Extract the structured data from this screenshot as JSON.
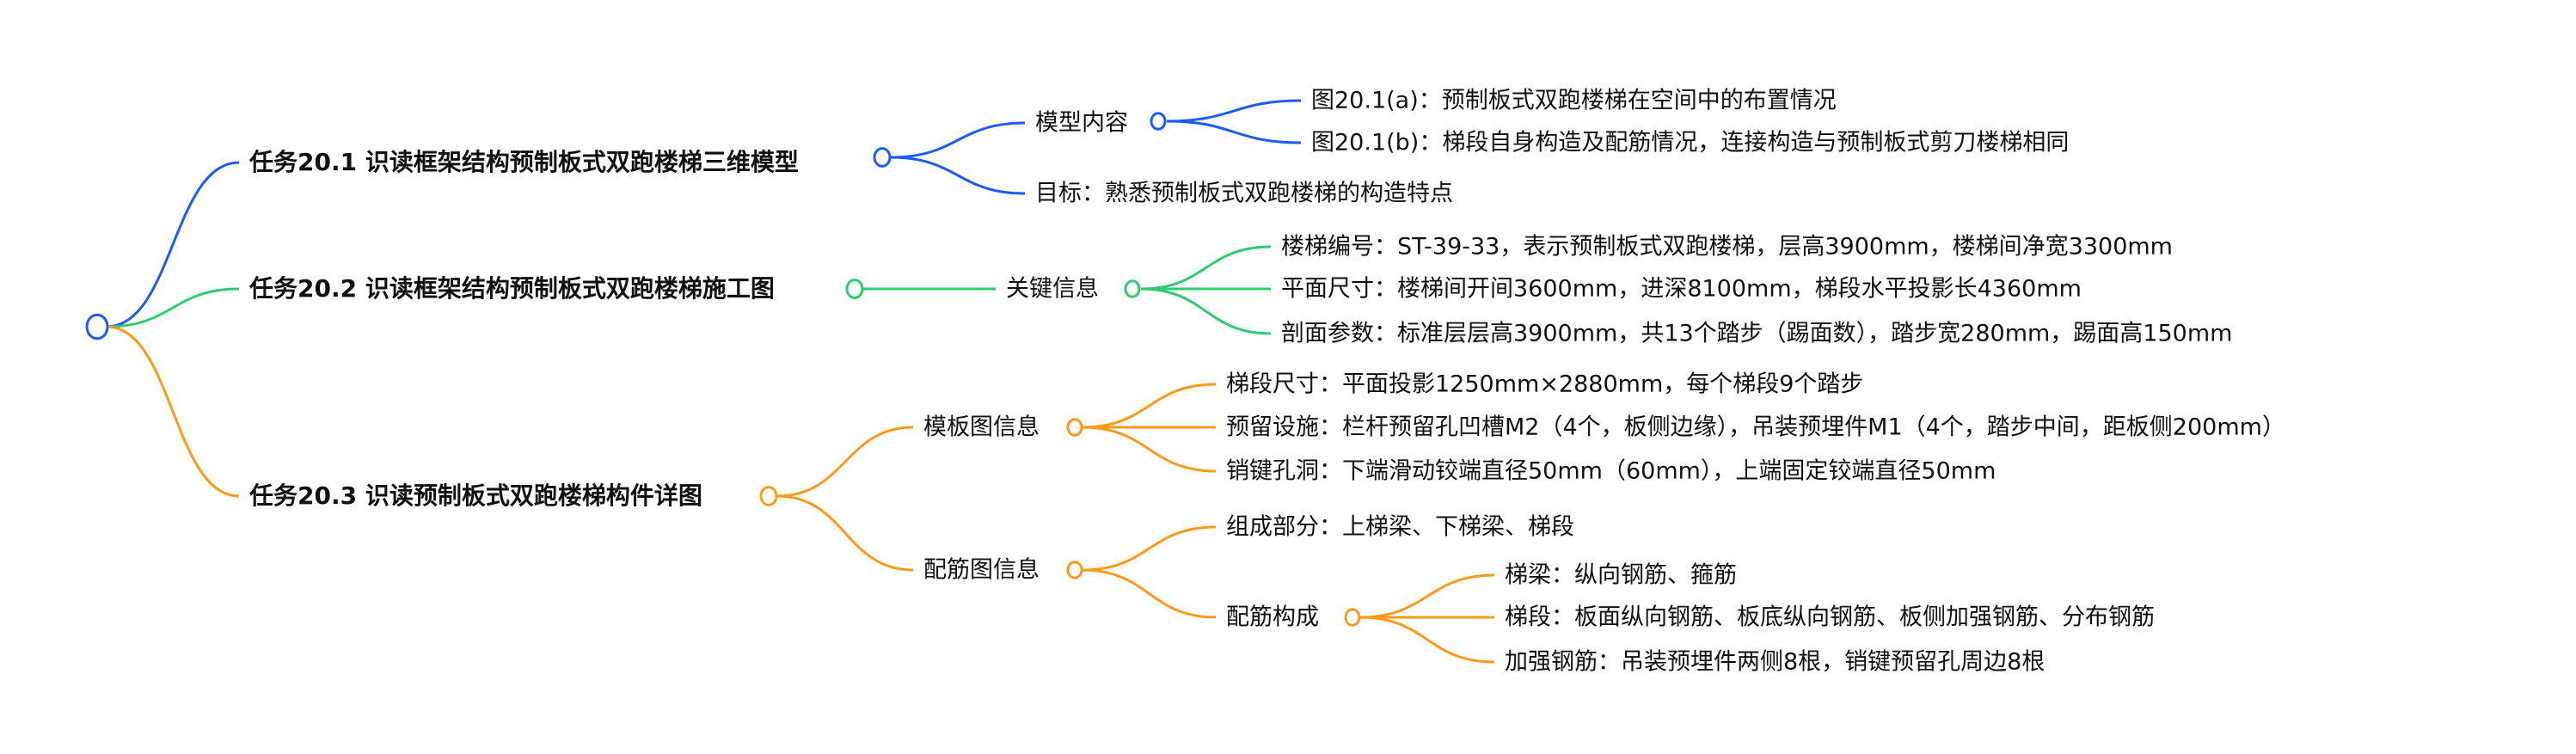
{
  "colors": {
    "blue": "#1a5cf5",
    "green": "#2ecc71",
    "orange": "#ff9a1a"
  },
  "tasks": [
    {
      "title": "任务20.1 识读框架结构预制板式双跑楼梯三维模型",
      "children": [
        {
          "label": "模型内容",
          "children": [
            "图20.1(a)：预制板式双跑楼梯在空间中的布置情况",
            "图20.1(b)：梯段自身构造及配筋情况，连接构造与预制板式剪刀楼梯相同"
          ]
        },
        {
          "label": "目标：熟悉预制板式双跑楼梯的构造特点"
        }
      ]
    },
    {
      "title": "任务20.2 识读框架结构预制板式双跑楼梯施工图",
      "children": [
        {
          "label": "关键信息",
          "children": [
            "楼梯编号：ST-39-33，表示预制板式双跑楼梯，层高3900mm，楼梯间净宽3300mm",
            "平面尺寸：楼梯间开间3600mm，进深8100mm，梯段水平投影长4360mm",
            "剖面参数：标准层层高3900mm，共13个踏步（踢面数），踏步宽280mm，踢面高150mm"
          ]
        }
      ]
    },
    {
      "title": "任务20.3 识读预制板式双跑楼梯构件详图",
      "children": [
        {
          "label": "模板图信息",
          "children": [
            "梯段尺寸：平面投影1250mm×2880mm，每个梯段9个踏步",
            "预留设施：栏杆预留孔凹槽M2（4个，板侧边缘），吊装预埋件M1（4个，踏步中间，距板侧200mm）",
            "销键孔洞：下端滑动铰端直径50mm（60mm），上端固定铰端直径50mm"
          ]
        },
        {
          "label": "配筋图信息",
          "children": [
            {
              "label": "组成部分：上梯梁、下梯梁、梯段"
            },
            {
              "label": "配筋构成",
              "children": [
                "梯梁：纵向钢筋、箍筋",
                "梯段：板面纵向钢筋、板底纵向钢筋、板侧加强钢筋、分布钢筋",
                "加强钢筋：吊装预埋件两侧8根，销键预留孔周边8根"
              ]
            }
          ]
        }
      ]
    }
  ]
}
